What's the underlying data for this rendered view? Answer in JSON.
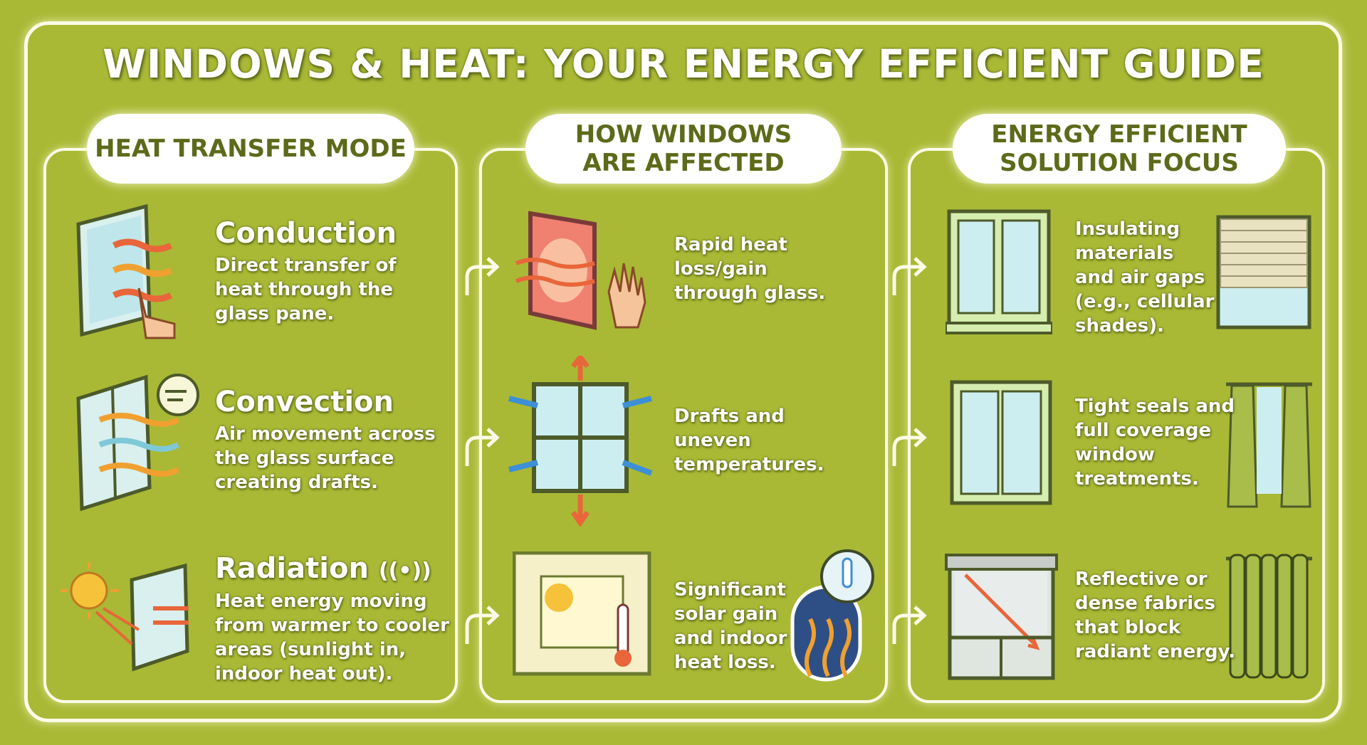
{
  "title": "WINDOWS & HEAT: YOUR ENERGY EFFICIENT GUIDE",
  "columns": [
    {
      "header": [
        "HEAT TRANSFER MODE"
      ]
    },
    {
      "header": [
        "HOW WINDOWS",
        "ARE AFFECTED"
      ]
    },
    {
      "header": [
        "ENERGY EFFICIENT",
        "SOLUTION FOCUS"
      ]
    }
  ],
  "modes": [
    {
      "title": "Conduction",
      "lines": [
        "Direct transfer of",
        "heat through the",
        "glass pane."
      ]
    },
    {
      "title": "Convection",
      "lines": [
        "Air movement across",
        "the glass surface",
        "creating drafts."
      ]
    },
    {
      "title": "Radiation",
      "lines": [
        "Heat energy moving",
        "from warmer to cooler",
        "areas (sunlight in,",
        "indoor heat out)."
      ]
    }
  ],
  "effects": [
    {
      "lines": [
        "Rapid heat",
        "loss/gain",
        "through glass."
      ]
    },
    {
      "lines": [
        "Drafts and",
        "uneven",
        "temperatures."
      ]
    },
    {
      "lines": [
        "Significant",
        "solar gain",
        "and indoor",
        "heat loss."
      ]
    }
  ],
  "solutions": [
    {
      "lines": [
        "Insulating",
        "materials",
        "and air gaps",
        "(e.g., cellular",
        "shades)."
      ]
    },
    {
      "lines": [
        "Tight seals and",
        "full coverage",
        "window",
        "treatments."
      ]
    },
    {
      "lines": [
        "Reflective or",
        "dense fabrics",
        "that block",
        "radiant energy."
      ]
    }
  ],
  "colors": {
    "background": "#a9b935",
    "header_text": "#5d6a1a",
    "heat": "#e8663a",
    "cold": "#3d8fd6"
  }
}
